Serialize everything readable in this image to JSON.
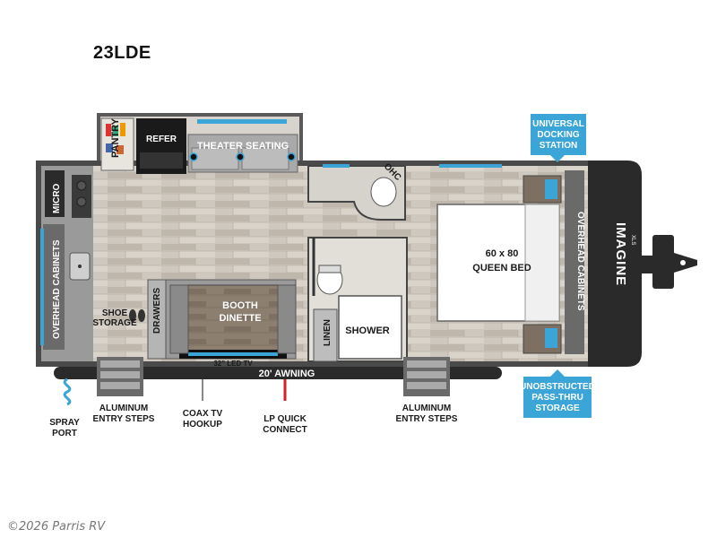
{
  "model_name": "23LDE",
  "copyright": "©2026 Parris RV",
  "brand_logo": "IMAGINE",
  "brand_sub": "XLS",
  "rooms": {
    "pantry": "PANTRY",
    "refer": "REFER",
    "theater_seating": "THEATER SEATING",
    "ohc": "OHC",
    "micro": "MICRO",
    "overhead_cabinets_left": "OVERHEAD CABINETS",
    "overhead_cabinets_right": "OVERHEAD CABINETS",
    "shoe_storage_1": "SHOE",
    "shoe_storage_2": "STORAGE",
    "drawers": "DRAWERS",
    "booth_dinette_1": "BOOTH",
    "booth_dinette_2": "DINETTE",
    "led_tv": "32\" LED TV",
    "linen": "LINEN",
    "shower": "SHOWER",
    "bed_1": "60 x 80",
    "bed_2": "QUEEN BED",
    "awning": "20' AWNING"
  },
  "callouts": {
    "universal_docking": [
      "UNIVERSAL",
      "DOCKING",
      "STATION"
    ],
    "pass_thru": [
      "UNOBSTRUCTED",
      "PASS-THRU",
      "STORAGE"
    ],
    "spray_port": [
      "SPRAY",
      "PORT"
    ],
    "entry_steps_left": [
      "ALUMINUM",
      "ENTRY STEPS"
    ],
    "coax": [
      "COAX TV",
      "HOOKUP"
    ],
    "lp": [
      "LP QUICK",
      "CONNECT"
    ],
    "entry_steps_right": [
      "ALUMINUM",
      "ENTRY STEPS"
    ]
  },
  "colors": {
    "outline": "#3a3a3a",
    "floor": "#c9c2b8",
    "callout_blue": "#3aa5d6",
    "counter": "#8a8a8a",
    "water_blue": "#3aa5d6",
    "lp_red": "#d32027"
  }
}
